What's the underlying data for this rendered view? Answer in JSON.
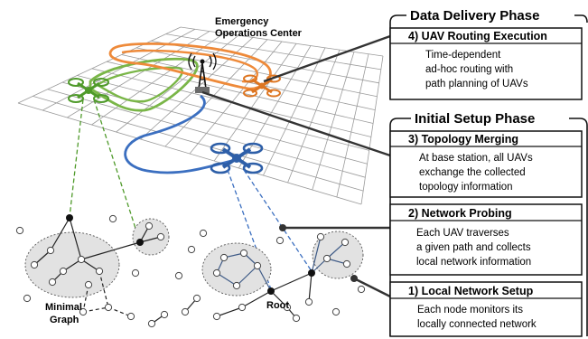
{
  "header": {
    "eoc_line1": "Emergency",
    "eoc_line2": "Operations Center"
  },
  "phases": {
    "data_delivery": "Data Delivery Phase",
    "initial_setup": "Initial Setup Phase"
  },
  "steps": [
    {
      "title": "4) UAV Routing Execution",
      "lines": [
        "Time-dependent",
        "ad-hoc routing with",
        "path planning of UAVs"
      ]
    },
    {
      "title": "3) Topology Merging",
      "lines": [
        "At base station, all UAVs",
        "exchange the collected",
        "topology information"
      ]
    },
    {
      "title": "2) Network Probing",
      "lines": [
        "Each UAV traverses",
        "a given path and collects",
        "local network information"
      ]
    },
    {
      "title": "1) Local Network Setup",
      "lines": [
        "Each node monitors its",
        "locally connected network"
      ]
    }
  ],
  "labels": {
    "minimal_line1": "Minimal",
    "minimal_line2": "Graph",
    "root": "Root"
  },
  "colors": {
    "uav_green": "#4f9a2a",
    "uav_orange": "#dd7622",
    "uav_blue": "#2e5fa8",
    "path_green": "#7ab648",
    "path_orange": "#ee8a3a",
    "path_blue": "#3b6fc0",
    "cluster_fill": "#e2e2e2"
  }
}
